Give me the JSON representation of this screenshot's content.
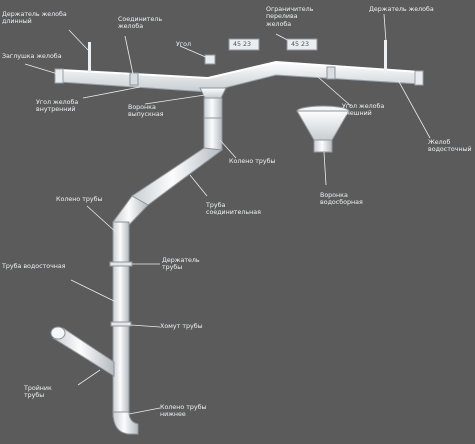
{
  "labels": {
    "holder_left": [
      "Держатель желоба",
      "длинный"
    ],
    "connector_gutter": [
      "Соединитель",
      "желоба"
    ],
    "plug_gutter": [
      "Заглушка желоба"
    ],
    "corner_label": [
      "Угол"
    ],
    "gutter_tag_1": [
      "45 23"
    ],
    "gutter_tag_2": [
      "45 23"
    ],
    "overflow_limiter": [
      "Ограничитель",
      "перелива",
      "желоба"
    ],
    "holder_right": [
      "Держатель желоба"
    ],
    "corner_inner": [
      "Угол желоба",
      "внутренний"
    ],
    "funnel_outlet": [
      "Воронка",
      "выпускная"
    ],
    "corner_outer": [
      "Угол желоба",
      "внешний"
    ],
    "gutter_funnel": [
      "Желоб",
      "водосточный"
    ],
    "pipe_knee_upper": [
      "Колено трубы"
    ],
    "pipe_knee_left": [
      "Колено трубы"
    ],
    "funnel_collector": [
      "Воронка",
      "водосборная"
    ],
    "pipe_connecting": [
      "Труба",
      "соединительная"
    ],
    "downpipe": [
      "Труба водосточная"
    ],
    "pipe_holder": [
      "Держатель",
      "трубы"
    ],
    "pipe_clamp": [
      "Хомут трубы"
    ],
    "tee_pipe": [
      "Тройник",
      "трубы"
    ],
    "pipe_knee_bottom": [
      "Колено трубы",
      "нижнее"
    ]
  }
}
